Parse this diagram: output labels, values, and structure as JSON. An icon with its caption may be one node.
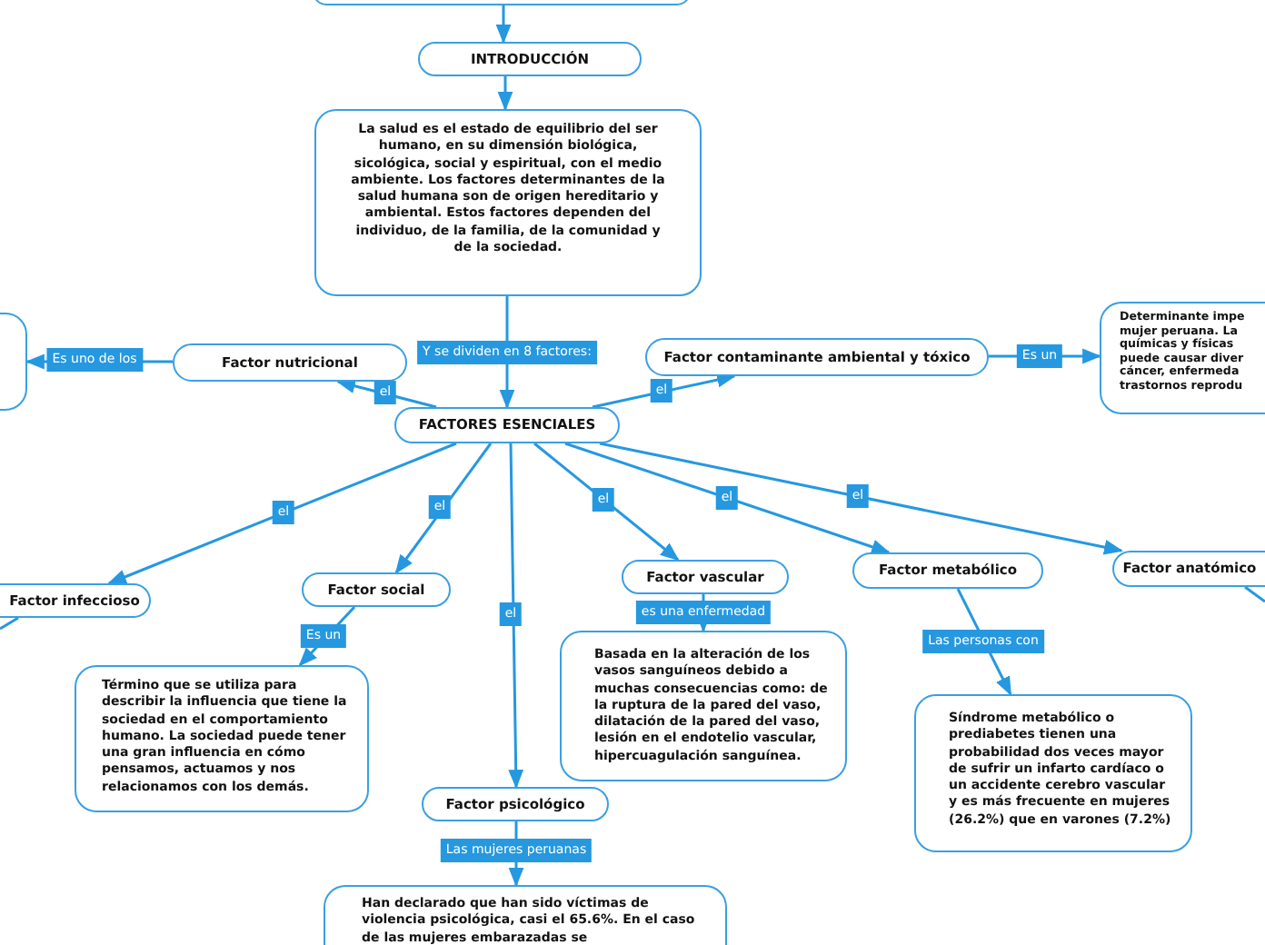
{
  "diagram": {
    "nodes": [
      {
        "text": [],
        "shape": "box"
      },
      {
        "text": [
          "INTRODUCCIÓN"
        ]
      },
      {
        "text": [
          "La salud es el estado de equilibrio del ser humano, en su dimensión biológica, sicológica, social y espiritual, con el medio ambiente. Los factores determinantes de la salud humana son de origen hereditario y ambiental. Estos factores dependen del individuo, de la familia, de la comunidad y de la sociedad."
        ]
      },
      {
        "text": [],
        "shape": "box"
      },
      {
        "text": [
          "Factor nutricional"
        ]
      },
      {
        "text": [
          "Factor contaminante ambiental y tóxico"
        ]
      },
      {
        "text": [
          "Determinante impe mujer peruana. La químicas y físicas puede causar diver cáncer, enfermeda trastornos reprodu"
        ]
      },
      {
        "text": [
          "FACTORES ESENCIALES"
        ]
      },
      {
        "text": [
          "Factor infeccioso"
        ]
      },
      {
        "text": [
          "Factor social"
        ]
      },
      {
        "text": [
          "Factor vascular"
        ]
      },
      {
        "text": [
          "Factor metabólico"
        ]
      },
      {
        "text": [
          "Factor anatómico"
        ]
      },
      {
        "text": [
          "Término que se utiliza para describir la influencia que tiene la sociedad en el comportamiento humano. La sociedad puede tener una gran influencia en cómo pensamos, actuamos y nos relacionamos con los demás."
        ]
      },
      {
        "text": [
          "Basada en la alteración de los vasos sanguíneos debido a muchas consecuencias como: de la ruptura de la pared del vaso, dilatación de la pared del vaso, lesión en el endotelio vascular, hipercuagulación sanguínea."
        ]
      },
      {
        "text": [
          "Síndrome metabólico o prediabetes tienen una probabilidad dos veces mayor de sufrir un infarto cardíaco o un accidente cerebro vascular y es más frecuente en mujeres (26.2%) que en varones (7.2%)"
        ]
      },
      {
        "text": [
          "Factor psicológico"
        ]
      },
      {
        "text": [
          "Han declarado que han sido víctimas de violencia psicológica, casi el 65.6%. En el caso de las mujeres embarazadas se"
        ]
      }
    ],
    "edges": [
      {
        "from": 0,
        "to": 1,
        "arrow": "to"
      },
      {
        "from": 1,
        "to": 2,
        "arrow": "to"
      },
      {
        "from": 2,
        "to": 7,
        "arrow": "to",
        "label": "Y se dividen en 8 factores:"
      },
      {
        "from": 4,
        "to": 3,
        "arrow": "to",
        "label": "Es uno de los"
      },
      {
        "from": 7,
        "to": 4,
        "arrow": "to",
        "label": "el"
      },
      {
        "from": 7,
        "to": 5,
        "arrow": "to",
        "label": "el"
      },
      {
        "from": 5,
        "to": 6,
        "arrow": "to",
        "label": "Es un"
      },
      {
        "from": 7,
        "to": 8,
        "arrow": "to",
        "label": "el"
      },
      {
        "from": 7,
        "to": 9,
        "arrow": "to",
        "label": "el"
      },
      {
        "from": 7,
        "to": 16,
        "arrow": "to",
        "label": "el"
      },
      {
        "from": 7,
        "to": 10,
        "arrow": "to",
        "label": "el"
      },
      {
        "from": 7,
        "to": 11,
        "arrow": "to",
        "label": "el"
      },
      {
        "from": 7,
        "to": 12,
        "arrow": "to",
        "label": "el"
      },
      {
        "from": 8,
        "to": null,
        "arrow": "none"
      },
      {
        "from": 9,
        "to": 13,
        "arrow": "to",
        "label": "Es un"
      },
      {
        "from": 10,
        "to": 14,
        "arrow": "to",
        "label": "es una enfermedad"
      },
      {
        "from": 11,
        "to": 15,
        "arrow": "to",
        "label": "Las personas con"
      },
      {
        "from": 16,
        "to": 17,
        "arrow": "to",
        "label": "Las mujeres peruanas"
      },
      {
        "from": 12,
        "to": null,
        "arrow": "none"
      }
    ]
  }
}
